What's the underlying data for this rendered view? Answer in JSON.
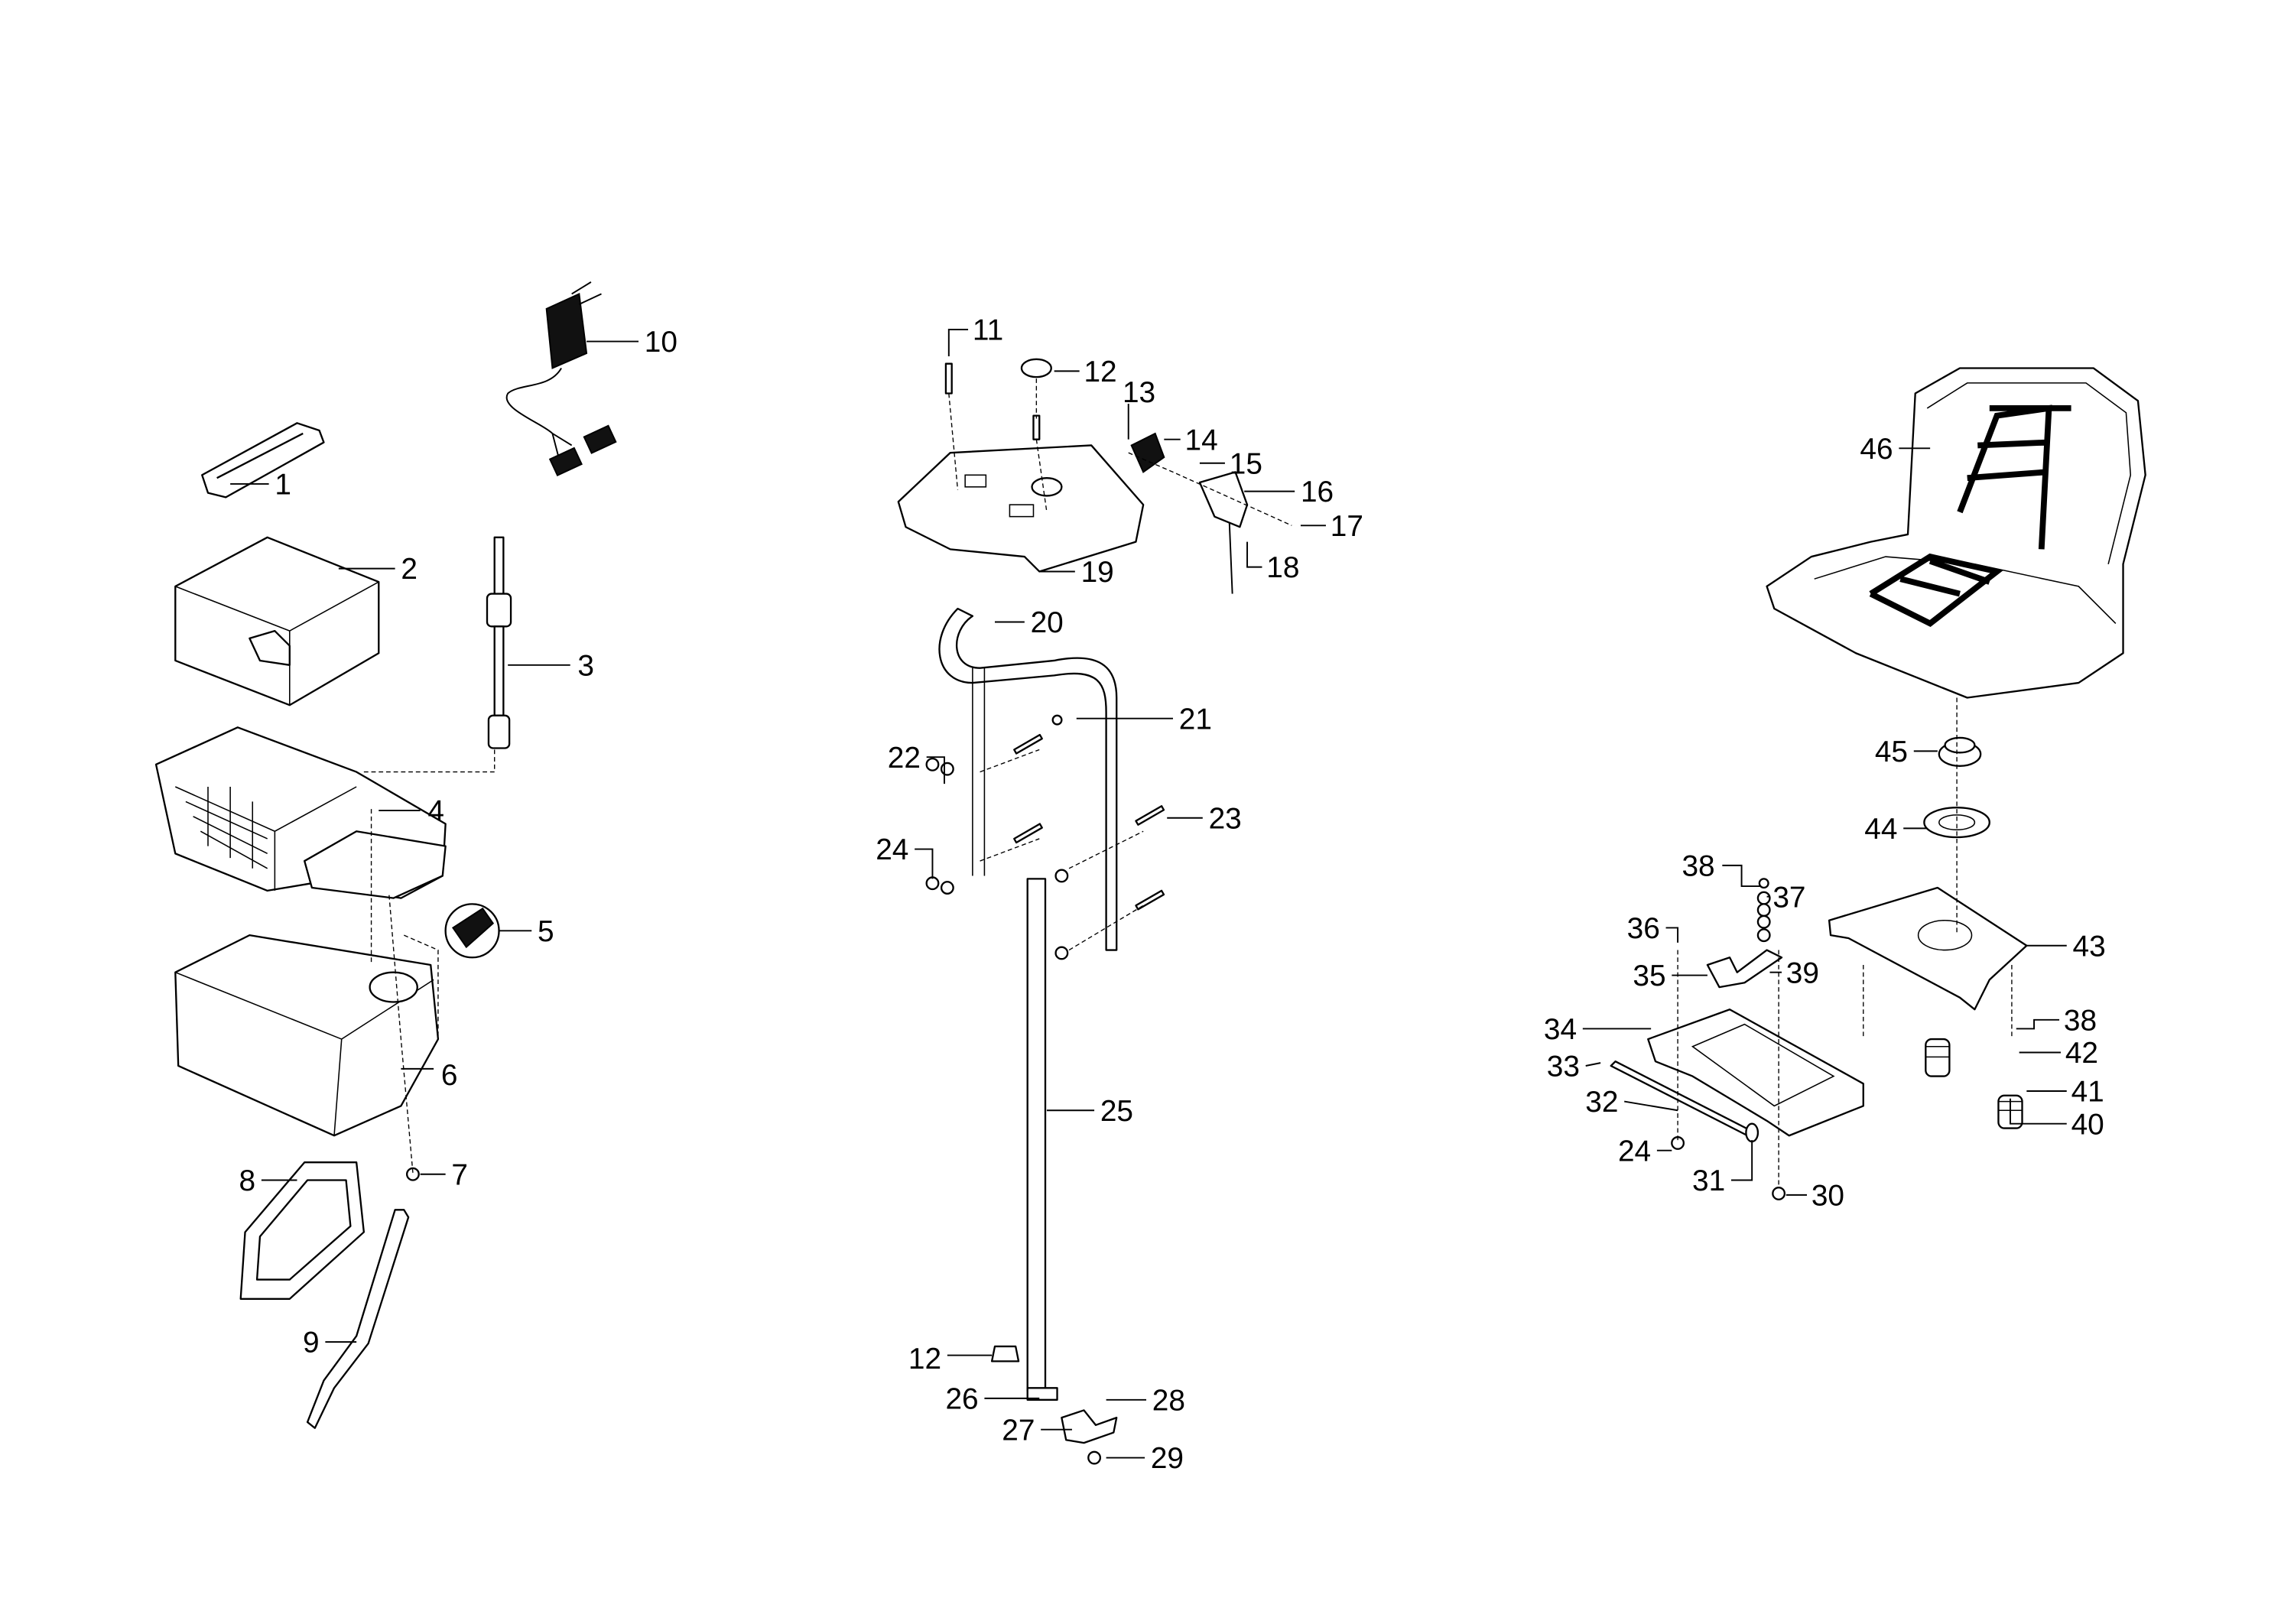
{
  "diagram": {
    "type": "exploded parts diagram",
    "callouts": [
      "1",
      "2",
      "3",
      "4",
      "5",
      "6",
      "7",
      "8",
      "9",
      "10",
      "11",
      "12",
      "13",
      "14",
      "15",
      "16",
      "17",
      "18",
      "19",
      "20",
      "21",
      "22",
      "23",
      "24",
      "25",
      "12",
      "26",
      "27",
      "28",
      "29",
      "30",
      "31",
      "32",
      "33",
      "34",
      "35",
      "36",
      "37",
      "38",
      "39",
      "40",
      "41",
      "42",
      "43",
      "44",
      "45",
      "46",
      "38",
      "24"
    ]
  }
}
